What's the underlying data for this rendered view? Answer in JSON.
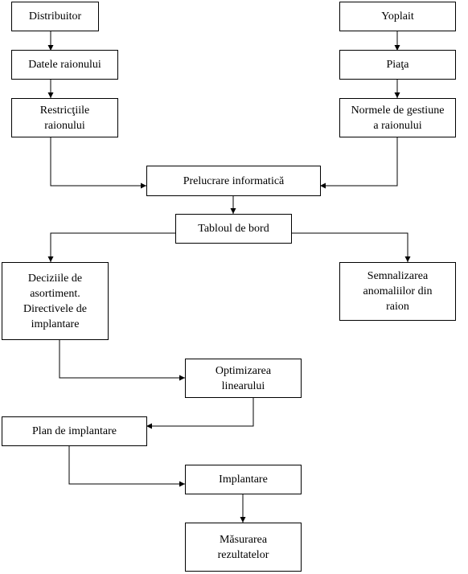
{
  "nodes": {
    "distribuitor": "Distribuitor",
    "datele_raionului": "Datele raionului",
    "restrictiile_raionului": "Restricţiile\nraionului",
    "yoplait": "Yoplait",
    "piata": "Piaţa",
    "normele_de_gestiune": "Normele de gestiune\na raionului",
    "prelucrare_informatica": "Prelucrare informatică",
    "tabloul_de_bord": "Tabloul de bord",
    "deciziile_de_asortiment": "Deciziile de\nasortiment.\nDirectivele de\nimplantare",
    "semnalizarea_anomaliilor": "Semnalizarea\nanomaliilor din\nraion",
    "optimizarea_linearului": "Optimizarea\nlinearului",
    "plan_de_implantare": "Plan de implantare",
    "implantare": "Implantare",
    "masurarea_rezultatelor": "Măsurarea\nrezultatelor"
  }
}
